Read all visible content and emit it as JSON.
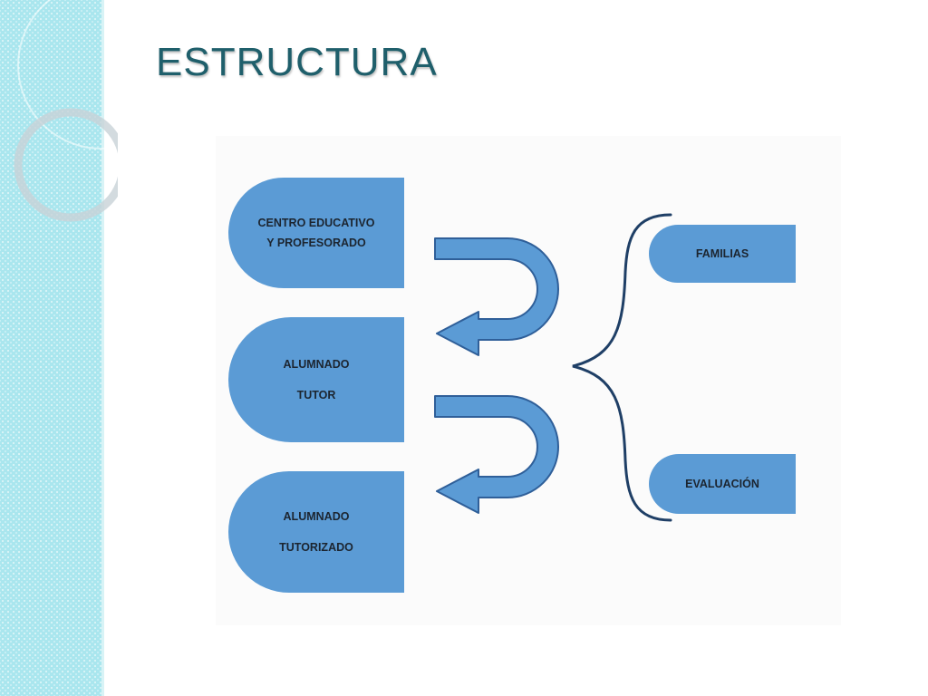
{
  "slide": {
    "title": "ESTRUCTURA"
  },
  "diagram": {
    "left_boxes": [
      {
        "lines": [
          "CENTRO EDUCATIVO",
          "Y PROFESORADO"
        ]
      },
      {
        "lines": [
          "ALUMNADO",
          "TUTOR"
        ]
      },
      {
        "lines": [
          "ALUMNADO",
          "TUTORIZADO"
        ]
      }
    ],
    "right_boxes": [
      {
        "label": "FAMILIAS"
      },
      {
        "label": "EVALUACIÓN"
      }
    ]
  },
  "colors": {
    "box_fill": "#5b9bd5",
    "arrow_fill": "#5b9bd5",
    "arrow_stroke": "#2f5f99",
    "brace": "#1f3f66",
    "title": "#1f5f6b",
    "strip": "#a9e6ee"
  }
}
